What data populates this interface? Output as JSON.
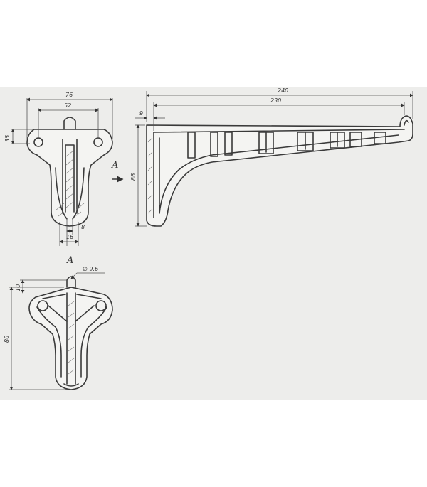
{
  "dims": {
    "total_length": "240",
    "inner_length": "230",
    "left_thickness": "9",
    "bracket_height": "86",
    "front_width": "76",
    "front_hole_spacing": "52",
    "front_side": "35",
    "front_bottom_a": "8",
    "front_bottom_b": "16",
    "view_height": "86",
    "view_small": "10",
    "hole": "∅ 9.6"
  },
  "labels": {
    "view_arrow_a": "A",
    "view_a_title": "A"
  },
  "colors": {
    "paper": "#ededeb",
    "ink": "#3a3a3a"
  }
}
